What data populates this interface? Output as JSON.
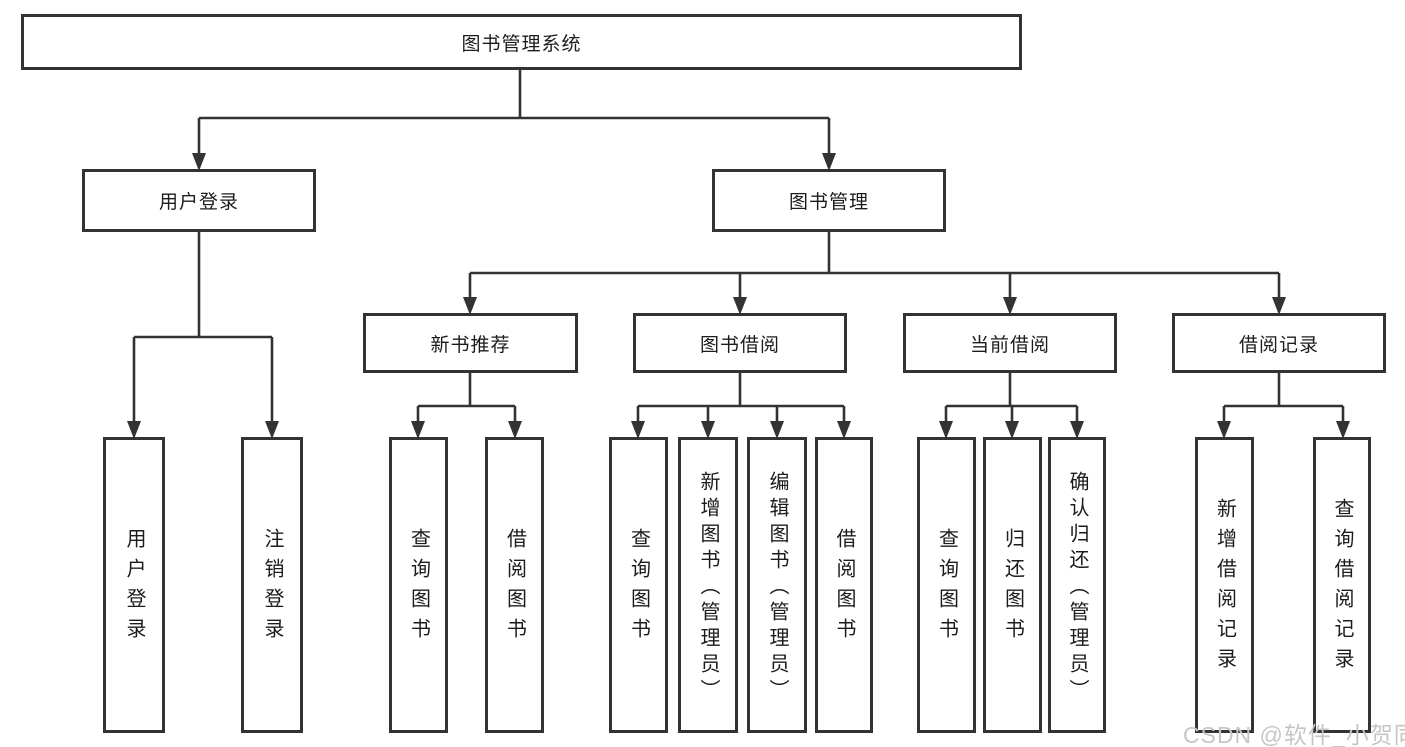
{
  "diagram": {
    "root": {
      "label": "图书管理系统"
    },
    "level2": [
      {
        "label": "用户登录"
      },
      {
        "label": "图书管理"
      }
    ],
    "level3": [
      {
        "label": "新书推荐"
      },
      {
        "label": "图书借阅"
      },
      {
        "label": "当前借阅"
      },
      {
        "label": "借阅记录"
      }
    ],
    "leaves": {
      "login": [
        "用户登录",
        "注销登录"
      ],
      "newbook": [
        "查询图书",
        "借阅图书"
      ],
      "borrow": [
        "查询图书",
        "新增图书（管理员）",
        "编辑图书（管理员）",
        "借阅图书"
      ],
      "current": [
        "查询图书",
        "归还图书",
        "确认归还（管理员）"
      ],
      "records": [
        "新增借阅记录",
        "查询借阅记录"
      ]
    }
  },
  "watermark": {
    "text": "CSDN @软件_小贺同学"
  },
  "colors": {
    "line": "#333333",
    "box_border": "#333333",
    "box_fill": "#ffffff",
    "text": "#1c1c1c",
    "watermark": "#c6c6c6",
    "background": "#ffffff"
  }
}
